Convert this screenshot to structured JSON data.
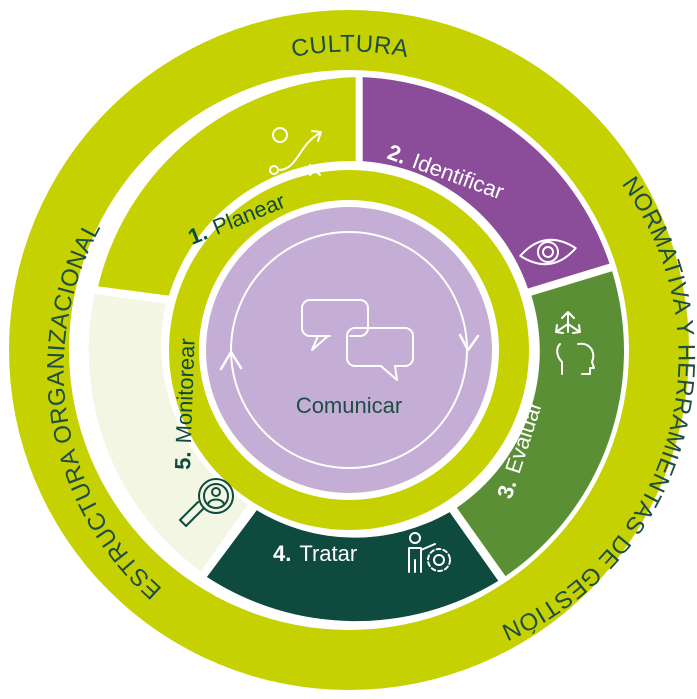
{
  "outer_ring": {
    "top_label": "CULTURA",
    "right_label": "NORMATIVA Y HERRAMIENTAS DE GESTIÓN",
    "left_label": "ESTRUCTURA ORGANIZACIONAL"
  },
  "segments": [
    {
      "number": "1.",
      "label": "Planear",
      "icon": "strategy-play-icon"
    },
    {
      "number": "2.",
      "label": "Identificar",
      "icon": "eye-icon"
    },
    {
      "number": "3.",
      "label": "Evaluar",
      "icon": "decision-head-icon"
    },
    {
      "number": "4.",
      "label": "Tratar",
      "icon": "person-gear-icon"
    },
    {
      "number": "5.",
      "label": "Monitorear",
      "icon": "magnifier-person-icon"
    }
  ],
  "center": {
    "label": "Comunicar",
    "icon": "chat-bubbles-icon"
  },
  "colors": {
    "lime": "#c5d100",
    "purple": "#8b4d9a",
    "green": "#5a8f35",
    "dark_green": "#0e4a3e",
    "cream": "#f4f6e4",
    "lavender": "#c5aed6",
    "text_dark": "#1d4d43"
  }
}
